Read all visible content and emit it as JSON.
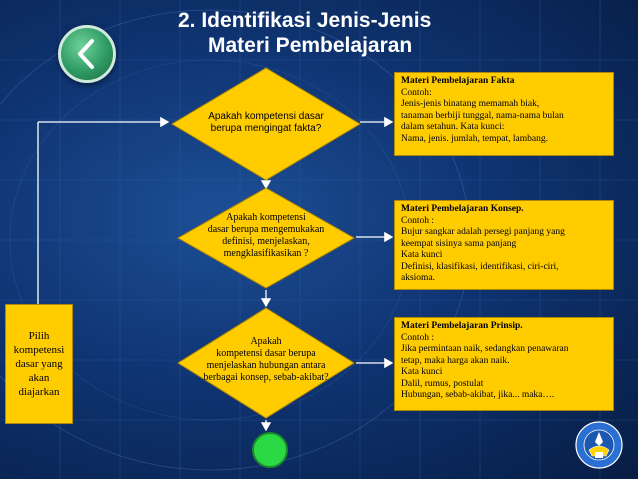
{
  "slide": {
    "title_line1": "2. Identifikasi Jenis-Jenis",
    "title_line2": "Materi Pembelajaran"
  },
  "back_button": {
    "icon": "chevron-left-icon"
  },
  "flowchart": {
    "decisions": [
      {
        "lines": [
          "Apakah kompetensi  dasar",
          "berupa  mengingat fakta?"
        ]
      },
      {
        "lines": [
          "Apakah kompetensi",
          "dasar berupa mengemukakan",
          "definisi, menjelaskan,",
          "mengklasifikasikan ?"
        ]
      },
      {
        "lines": [
          "Apakah",
          "kompetensi   dasar berupa",
          "menjelaskan hubungan antara",
          "berbagai konsep, sebab-akibat?"
        ]
      }
    ],
    "outcomes": [
      {
        "heading": "Materi Pembelajaran Fakta",
        "lines": [
          "Contoh:",
          "Jenis-jenis binatang memamah biak,",
          "tanaman berbiji tunggal, nama-nama bulan",
          "dalam setahun. Kata kunci:",
          "Nama, jenis. jumlah, tempat, lambang."
        ]
      },
      {
        "heading": "Materi Pembelajaran Konsep.",
        "lines": [
          "Contoh :",
          "Bujur sangkar adalah persegi panjang yang",
          "keempat sisinya sama panjang",
          "Kata kunci",
          "Definisi, klasifikasi, identifikasi, ciri-ciri,",
          "aksioma."
        ]
      },
      {
        "heading": "Materi Pembelajaran Prinsip.",
        "lines": [
          "Contoh :",
          "Jika permintaan naik, sedangkan penawaran",
          "tetap, maka harga akan naik.",
          "Kata kunci",
          "Dalil, rumus, postulat",
          "Hubungan, sebab-akibat, jika... maka…."
        ]
      }
    ],
    "left_box_lines": [
      "Pilih",
      "kompetensi",
      "dasar yang",
      "akan",
      "diajarkan"
    ]
  },
  "logo": {
    "text": "TUT WURI HANDAYANI"
  },
  "colors": {
    "background": "#0f3472",
    "shape_fill": "#ffcc00",
    "connector": "#ffffff",
    "end_circle": "#2bd944"
  }
}
